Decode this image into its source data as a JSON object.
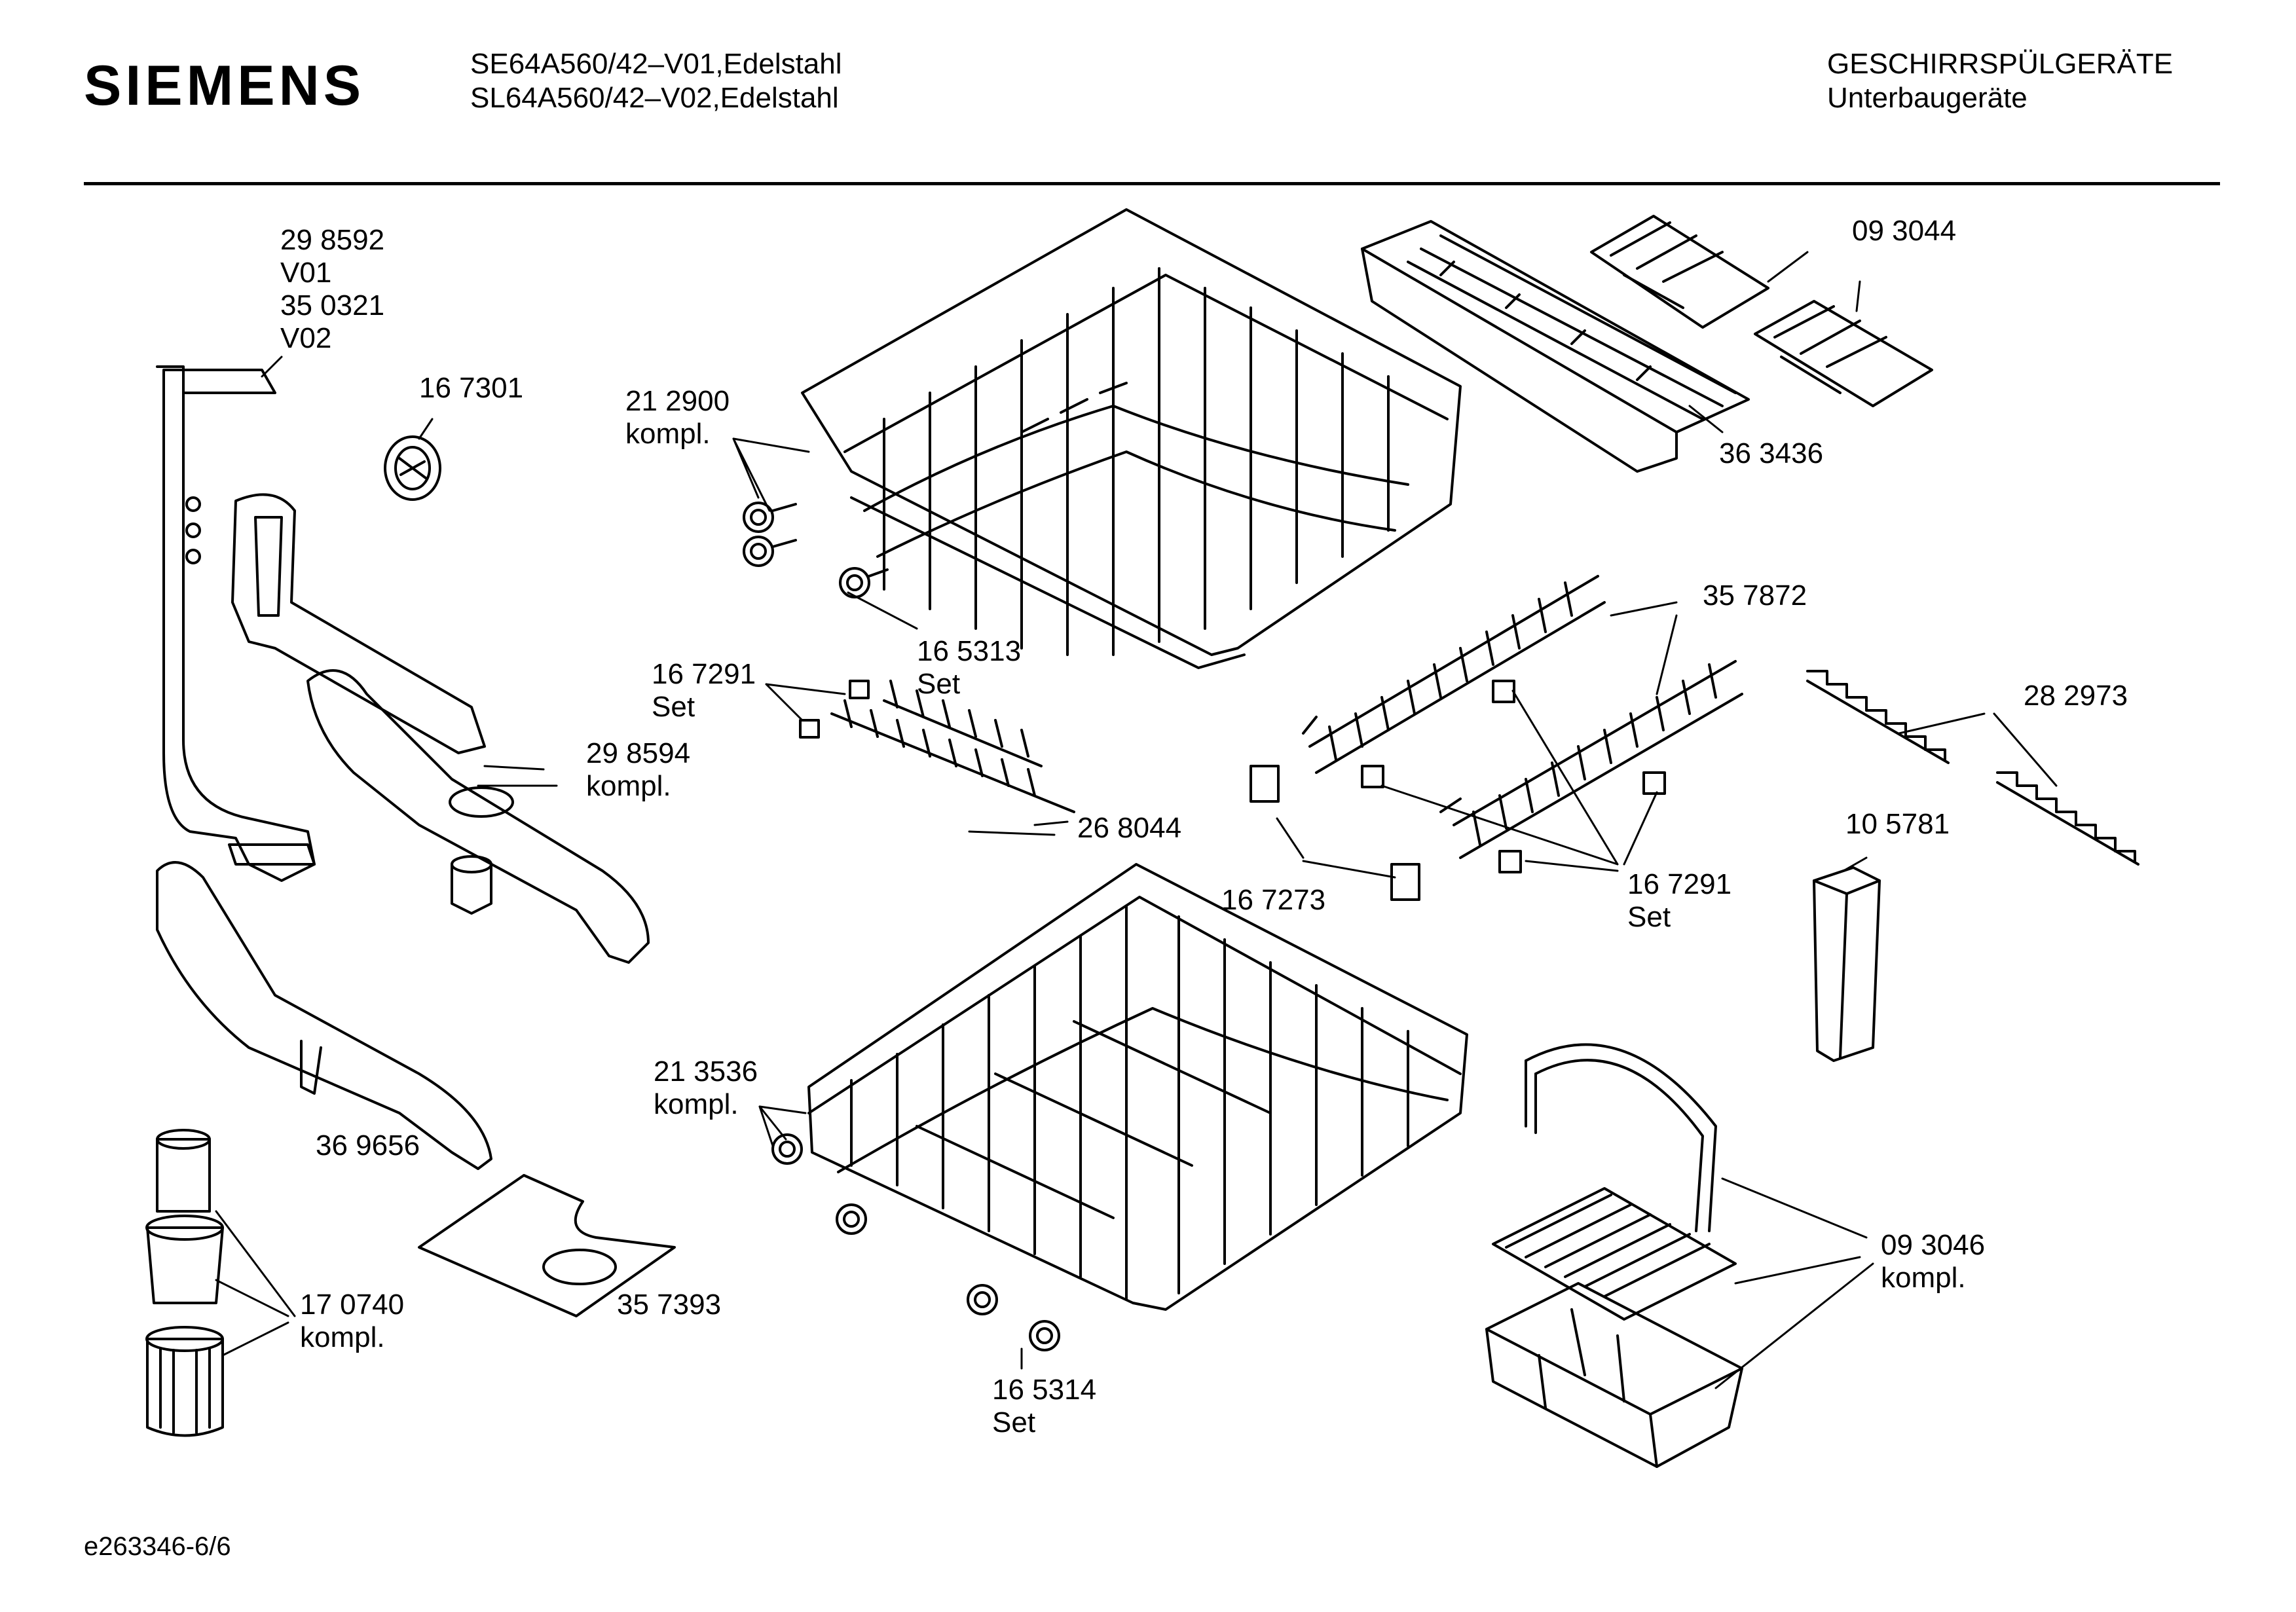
{
  "header": {
    "brand": "SIEMENS",
    "model_line_1": "SE64A560/42–V01,Edelstahl",
    "model_line_2": "SL64A560/42–V02,Edelstahl",
    "category": "GESCHIRRSPÜLGERÄTE",
    "subcategory": "Unterbaugeräte"
  },
  "parts": [
    {
      "id": "p1",
      "lines": [
        "29 8592",
        "V01",
        "35 0321",
        "V02"
      ]
    },
    {
      "id": "p2",
      "lines": [
        "16 7301"
      ]
    },
    {
      "id": "p3",
      "lines": [
        "21 2900",
        "kompl."
      ]
    },
    {
      "id": "p4",
      "lines": [
        "09 3044"
      ]
    },
    {
      "id": "p5",
      "lines": [
        "36 3436"
      ]
    },
    {
      "id": "p6",
      "lines": [
        "16 5313",
        "Set"
      ]
    },
    {
      "id": "p7",
      "lines": [
        "16 7291",
        "Set"
      ]
    },
    {
      "id": "p8",
      "lines": [
        "35 7872"
      ]
    },
    {
      "id": "p9",
      "lines": [
        "28 2973"
      ]
    },
    {
      "id": "p10",
      "lines": [
        "29 8594",
        "kompl."
      ]
    },
    {
      "id": "p11",
      "lines": [
        "26 8044"
      ]
    },
    {
      "id": "p12",
      "lines": [
        "10 5781"
      ]
    },
    {
      "id": "p13",
      "lines": [
        "16 7273"
      ]
    },
    {
      "id": "p14",
      "lines": [
        "16 7291",
        "Set"
      ]
    },
    {
      "id": "p15",
      "lines": [
        "21 3536",
        "kompl."
      ]
    },
    {
      "id": "p16",
      "lines": [
        "36 9656"
      ]
    },
    {
      "id": "p17",
      "lines": [
        "09 3046",
        "kompl."
      ]
    },
    {
      "id": "p18",
      "lines": [
        "17 0740",
        "kompl."
      ]
    },
    {
      "id": "p19",
      "lines": [
        "35 7393"
      ]
    },
    {
      "id": "p20",
      "lines": [
        "16 5314",
        "Set"
      ]
    }
  ],
  "footer": {
    "doc_id": "e263346-6/6"
  }
}
